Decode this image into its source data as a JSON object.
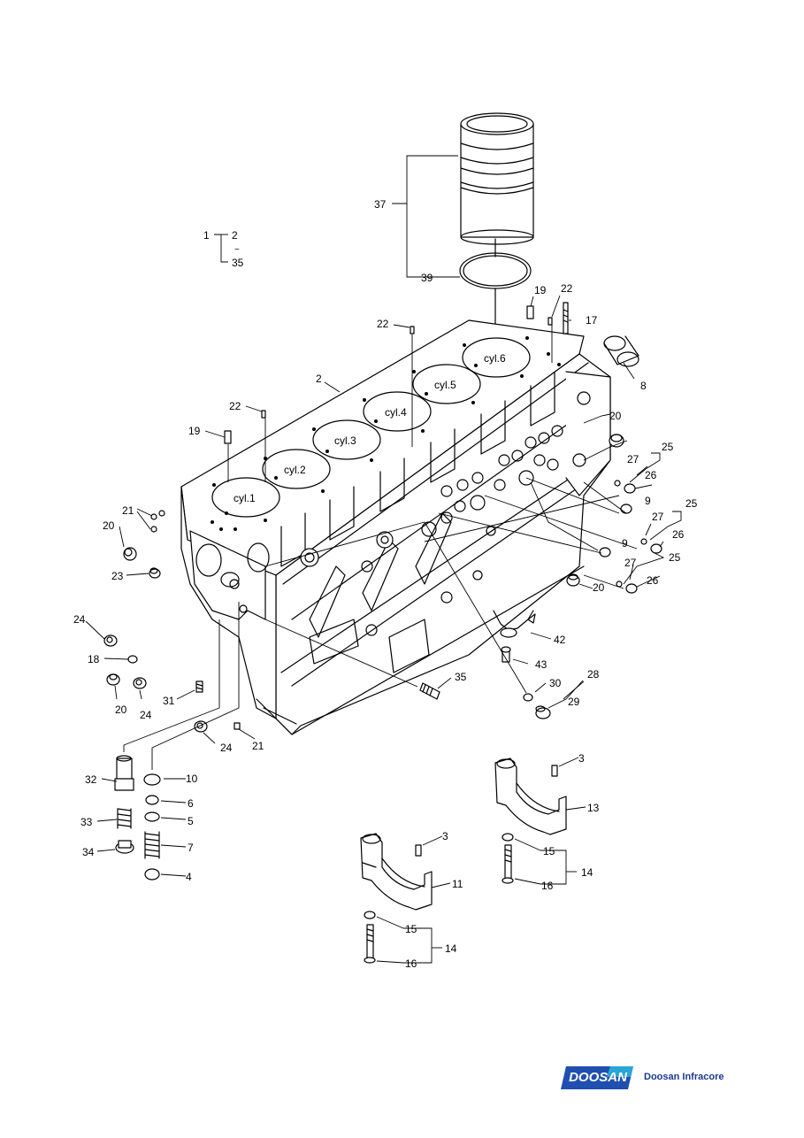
{
  "cylinders": [
    "cyl.1",
    "cyl.2",
    "cyl.3",
    "cyl.4",
    "cyl.5",
    "cyl.6"
  ],
  "assembly_note": {
    "main": "1",
    "from": "2",
    "tilde": "~",
    "to": "35"
  },
  "callouts": {
    "c2": "2",
    "c3a": "3",
    "c3b": "3",
    "c4": "4",
    "c5": "5",
    "c6": "6",
    "c7": "7",
    "c8": "8",
    "c9a": "9",
    "c9b": "9",
    "c10": "10",
    "c11": "11",
    "c13": "13",
    "c14a": "14",
    "c14b": "14",
    "c15a": "15",
    "c15b": "15",
    "c16a": "16",
    "c16b": "16",
    "c17": "17",
    "c18": "18",
    "c19a": "19",
    "c19b": "19",
    "c20a": "20",
    "c20b": "20",
    "c20c": "20",
    "c20d": "20",
    "c21a": "21",
    "c21b": "21",
    "c22a": "22",
    "c22b": "22",
    "c22c": "22",
    "c23": "23",
    "c24a": "24",
    "c24b": "24",
    "c24c": "24",
    "c25a": "25",
    "c25b": "25",
    "c25c": "25",
    "c26a": "26",
    "c26b": "26",
    "c26c": "26",
    "c27a": "27",
    "c27b": "27",
    "c27c": "27",
    "c28": "28",
    "c29": "29",
    "c30": "30",
    "c31": "31",
    "c32": "32",
    "c33": "33",
    "c34": "34",
    "c35": "35",
    "c37": "37",
    "c39": "39",
    "c42": "42",
    "c43": "43"
  },
  "logo": {
    "brand": "DOOSAN",
    "company": "Doosan Infracore",
    "brand_color": "#1f4fb0",
    "accent_color": "#2aa6d6"
  }
}
